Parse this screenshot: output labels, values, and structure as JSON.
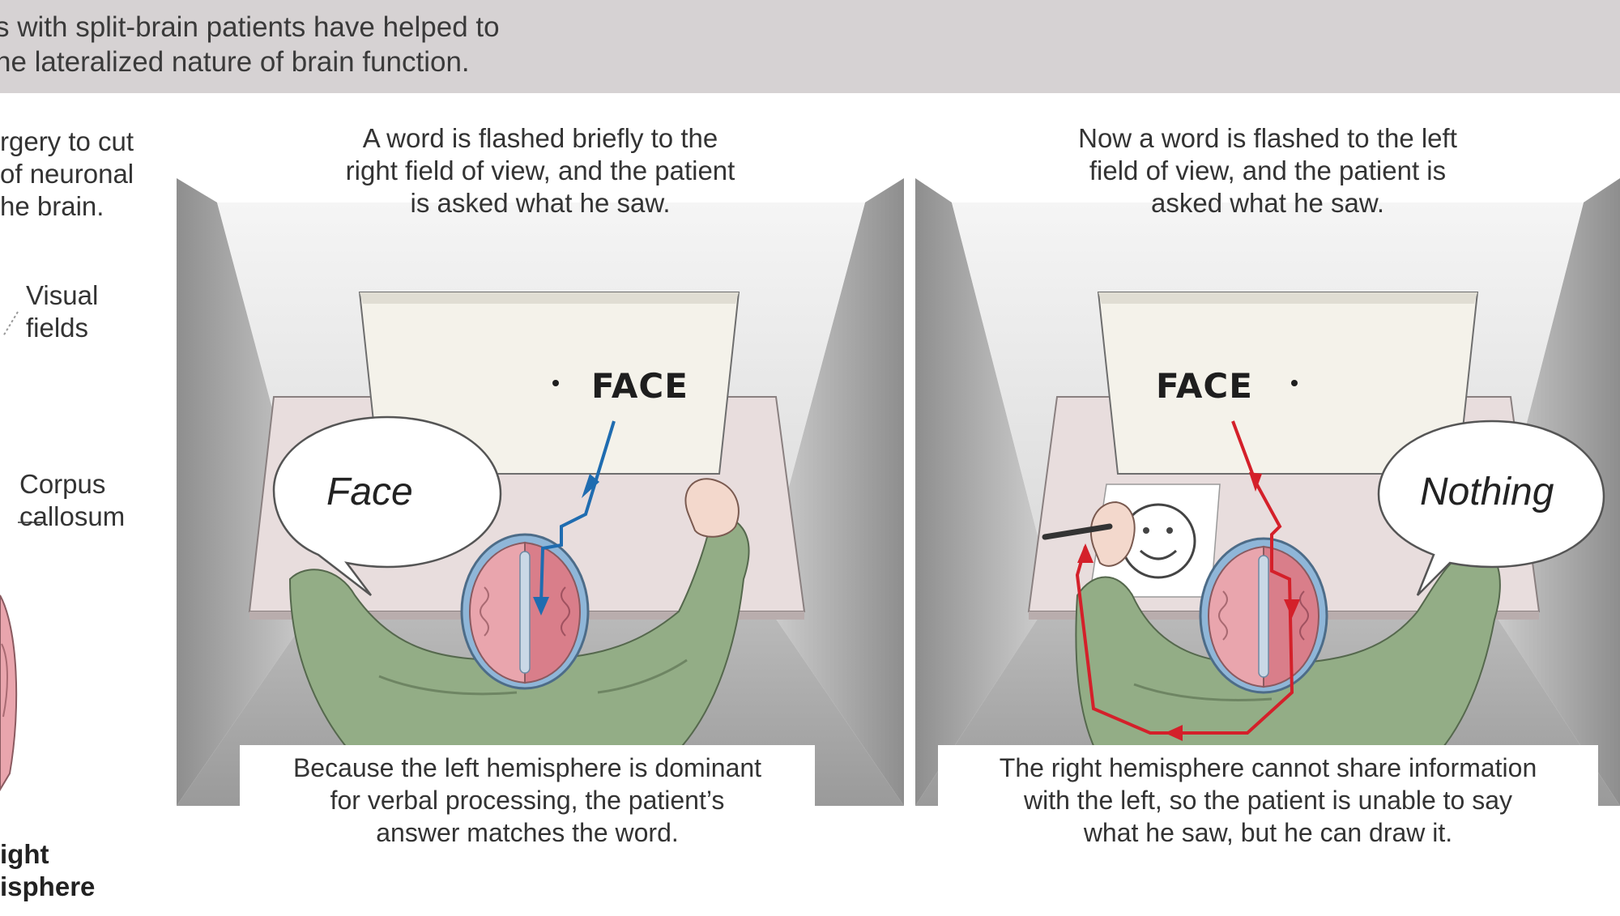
{
  "header": {
    "lines": [
      "s with split-brain patients have helped to",
      "he lateralized nature of brain function."
    ]
  },
  "left_strip": {
    "intro_lines": [
      "rgery to cut",
      "of neuronal",
      "he brain."
    ],
    "label_visual_fields": [
      "Visual",
      "fields"
    ],
    "label_corpus": [
      "Corpus",
      "callosum"
    ],
    "label_hemisphere": [
      "ight",
      "isphere"
    ]
  },
  "panels": [
    {
      "caption_lines": [
        "A word is flashed briefly to the",
        "right field of view, and the patient",
        "is asked what he saw."
      ],
      "screen_word": "FACE",
      "speech": "Face",
      "box_lines": [
        "Because the left hemisphere is dominant",
        "for verbal processing, the patient’s",
        "answer matches the word."
      ],
      "arrow_color": "#1f6cb0"
    },
    {
      "caption_lines": [
        "Now a word is flashed to the left",
        "field of view, and the patient is",
        "asked what he saw."
      ],
      "screen_word": "FACE",
      "speech": "Nothing",
      "box_lines": [
        "The right hemisphere cannot share information",
        "with the left, so the patient is unable to say",
        "what he saw, but he can draw it."
      ],
      "arrow_color": "#d4202a"
    }
  ],
  "colors": {
    "header_bg": "#d6d2d3",
    "shirt": "#93ad86",
    "brain_pink": "#e9a5ad",
    "brain_right": "#d97e8a",
    "skull_blue": "#8fb6d8"
  }
}
